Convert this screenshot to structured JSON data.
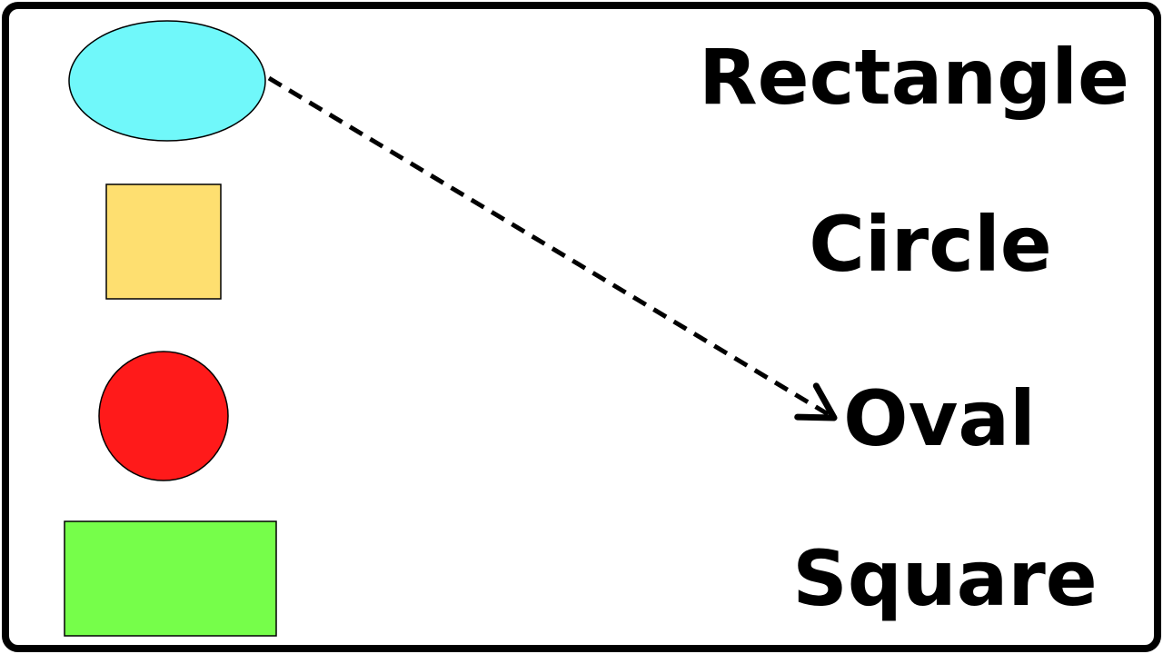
{
  "colors": {
    "background": "#ffffff",
    "border": "#000000",
    "shape_stroke": "#000000",
    "arrow": "#000000",
    "oval_fill": "#70f8fa",
    "square_fill": "#fedf70",
    "circle_fill": "#ff1a1a",
    "rectangle_fill": "#76fe4a"
  },
  "shapes": [
    {
      "kind": "oval",
      "icon": "oval-shape"
    },
    {
      "kind": "square",
      "icon": "square-shape"
    },
    {
      "kind": "circle",
      "icon": "circle-shape"
    },
    {
      "kind": "rectangle",
      "icon": "rectangle-shape"
    }
  ],
  "words": [
    {
      "text": "Rectangle"
    },
    {
      "text": "Circle"
    },
    {
      "text": "Oval"
    },
    {
      "text": "Square"
    }
  ],
  "matches": [
    {
      "from_shape": "oval",
      "to_word": "Oval",
      "style": "dashed-arrow"
    }
  ]
}
